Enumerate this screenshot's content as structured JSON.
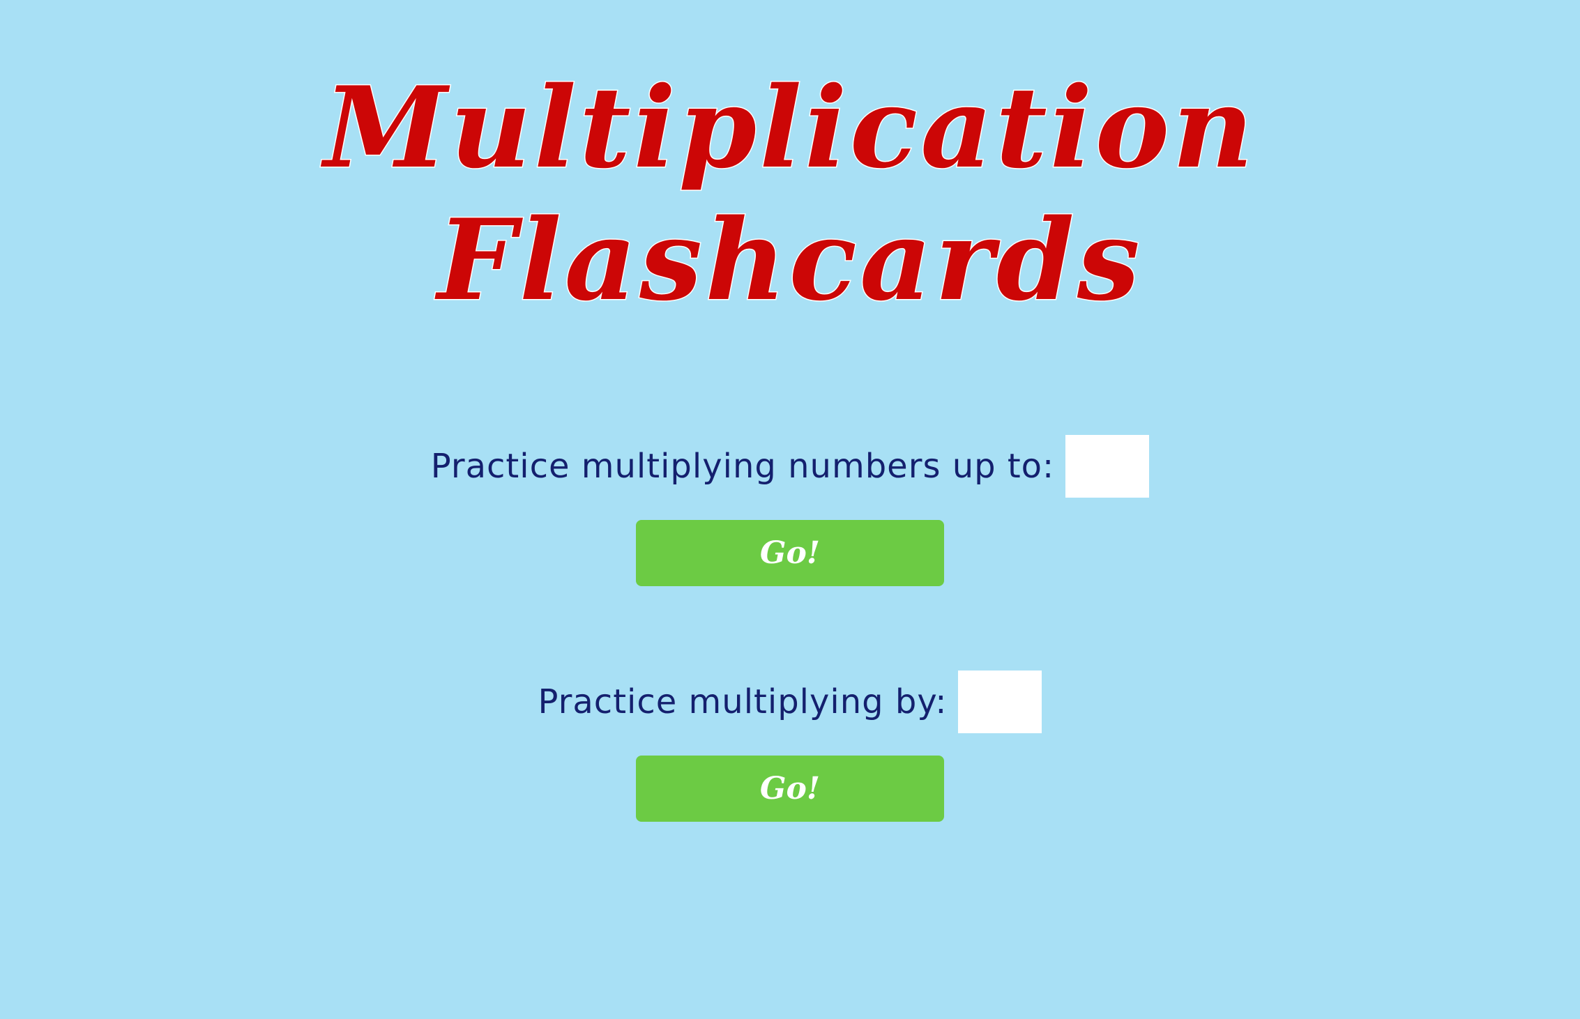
{
  "title": {
    "line1": "Multiplication",
    "line2": "Flashcards"
  },
  "section_up_to": {
    "label": "Practice multiplying numbers up to:",
    "input_value": "",
    "button_label": "Go!"
  },
  "section_by": {
    "label": "Practice multiplying by:",
    "input_value": "",
    "button_label": "Go!"
  },
  "colors": {
    "background": "#a8e0f5",
    "title": "#cc0606",
    "label": "#14206e",
    "button": "#6ccb44"
  }
}
